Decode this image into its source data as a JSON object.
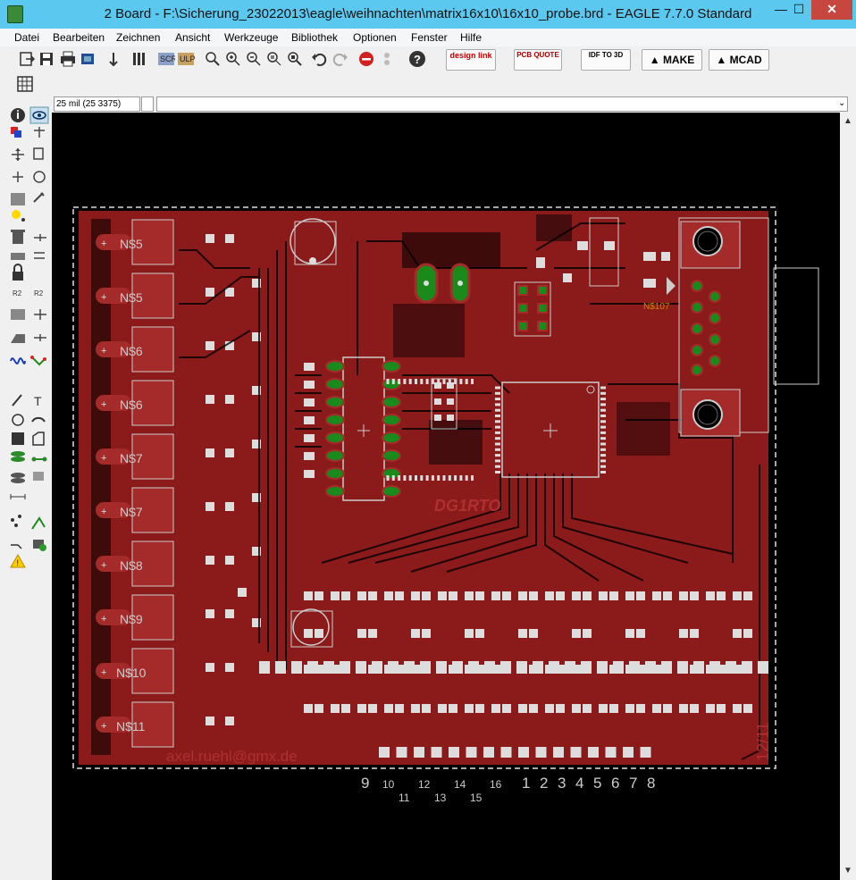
{
  "window": {
    "title": "2 Board - F:\\Sicherung_23022013\\eagle\\weihnachten\\matrix16x10\\16x10_probe.brd - EAGLE 7.7.0 Standard",
    "min_label": "—",
    "max_label": "☐",
    "close_label": "✕"
  },
  "menu": [
    "Datei",
    "Bearbeiten",
    "Zeichnen",
    "Ansicht",
    "Werkzeuge",
    "Bibliothek",
    "Optionen",
    "Fenster",
    "Hilfe"
  ],
  "toolbar": {
    "design_link_label": "design link",
    "pcb_quote_label": "PCB QUOTE",
    "idf_label": "IDF TO 3D",
    "make_label": "MAKE",
    "mcad_label": "MCAD"
  },
  "command": {
    "grid_readout": "25 mil (25 3375)",
    "input_value": ""
  },
  "board": {
    "author_text": "axel.ruehl@gmx.de",
    "designer_text": "DG1RTO",
    "date_text": "12/11",
    "net_label_left": [
      "N$5",
      "N$5",
      "N$6",
      "N$6",
      "N$7",
      "N$7",
      "N$8",
      "N$9",
      "N$10",
      "N$11"
    ],
    "net_label_connector": "N$107",
    "pad_numbers_top": [
      "9",
      "10",
      "12",
      "14",
      "16",
      "1",
      "2",
      "3",
      "4",
      "5",
      "6",
      "7",
      "8"
    ],
    "pad_numbers_bottom": [
      "11",
      "13",
      "15"
    ]
  },
  "colors": {
    "titlebar": "#5bc8f0",
    "copper_top": "#8b1a1a",
    "copper_trace": "#a52a2a",
    "pad_green": "#1a8a1a",
    "silkscreen": "#c8c8c8",
    "canvas": "#000000"
  },
  "icons": [
    "open-icon",
    "save-icon",
    "print-icon",
    "cam-icon",
    "script-icon",
    "layers-icon",
    "undo-icon",
    "redo-icon",
    "stop-icon",
    "help-icon",
    "grid-icon",
    "info-icon",
    "eye-icon"
  ]
}
